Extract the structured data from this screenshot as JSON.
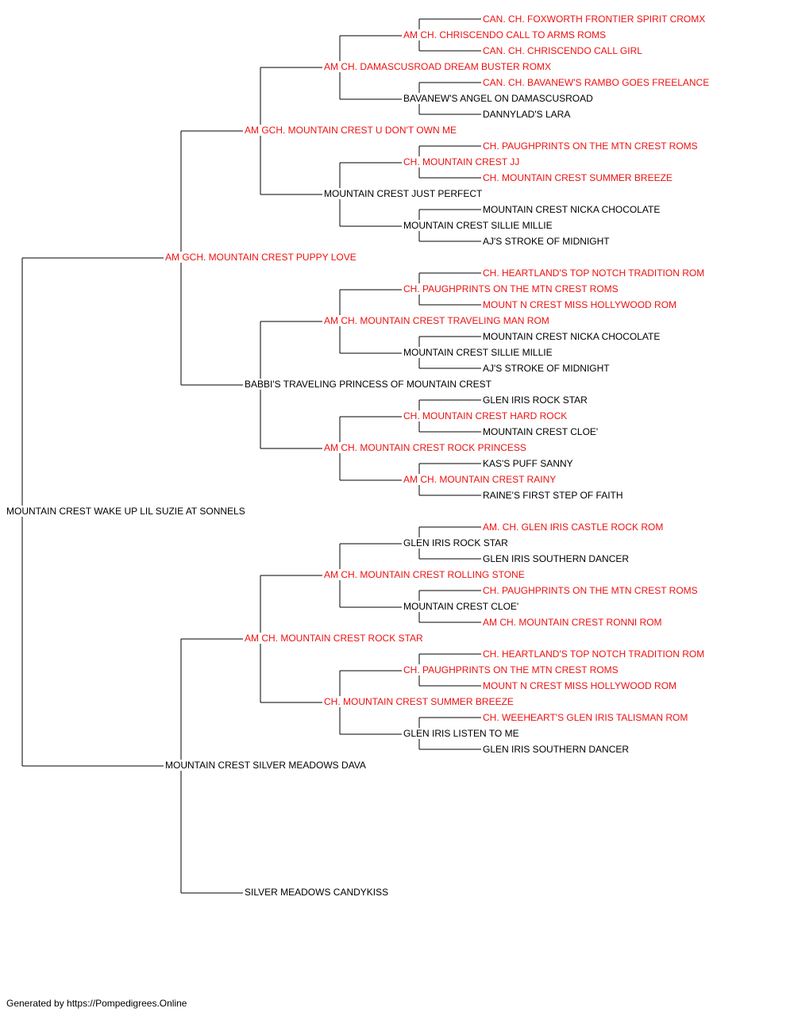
{
  "colors": {
    "champion": "#ee1111",
    "plain": "#000000",
    "connector": "#000000"
  },
  "footer": "Generated by https://Pompedigrees.Online",
  "pedigree": {
    "name": "MOUNTAIN CREST WAKE UP LIL SUZIE AT SONNELS",
    "champion": false,
    "sire": {
      "name": "AM GCH. MOUNTAIN CREST PUPPY LOVE",
      "champion": true,
      "sire": {
        "name": "AM GCH. MOUNTAIN CREST U DON'T OWN ME",
        "champion": true,
        "sire": {
          "name": "AM CH. DAMASCUSROAD DREAM BUSTER ROMX",
          "champion": true,
          "sire": {
            "name": "AM CH. CHRISCENDO CALL TO ARMS ROMS",
            "champion": true,
            "sire": {
              "name": "CAN. CH. FOXWORTH FRONTIER SPIRIT CROMX",
              "champion": true
            },
            "dam": {
              "name": "CAN. CH. CHRISCENDO CALL GIRL",
              "champion": true
            }
          },
          "dam": {
            "name": "BAVANEW'S ANGEL ON DAMASCUSROAD",
            "champion": false,
            "sire": {
              "name": "CAN. CH. BAVANEW'S RAMBO GOES FREELANCE",
              "champion": true
            },
            "dam": {
              "name": "DANNYLAD'S LARA",
              "champion": false
            }
          }
        },
        "dam": {
          "name": "MOUNTAIN CREST JUST PERFECT",
          "champion": false,
          "sire": {
            "name": "CH. MOUNTAIN CREST JJ",
            "champion": true,
            "sire": {
              "name": "CH. PAUGHPRINTS ON THE MTN CREST ROMS",
              "champion": true
            },
            "dam": {
              "name": "CH. MOUNTAIN CREST SUMMER BREEZE",
              "champion": true
            }
          },
          "dam": {
            "name": "MOUNTAIN CREST SILLIE MILLIE",
            "champion": false,
            "sire": {
              "name": "MOUNTAIN CREST NICKA CHOCOLATE",
              "champion": false
            },
            "dam": {
              "name": "AJ'S STROKE OF MIDNIGHT",
              "champion": false
            }
          }
        }
      },
      "dam": {
        "name": "BABBI'S TRAVELING PRINCESS OF MOUNTAIN CREST",
        "champion": false,
        "sire": {
          "name": "AM CH. MOUNTAIN CREST TRAVELING MAN ROM",
          "champion": true,
          "sire": {
            "name": "CH. PAUGHPRINTS ON THE MTN CREST ROMS",
            "champion": true,
            "sire": {
              "name": "CH. HEARTLAND'S TOP NOTCH TRADITION ROM",
              "champion": true
            },
            "dam": {
              "name": "MOUNT N CREST MISS HOLLYWOOD ROM",
              "champion": true
            }
          },
          "dam": {
            "name": "MOUNTAIN CREST SILLIE MILLIE",
            "champion": false,
            "sire": {
              "name": "MOUNTAIN CREST NICKA CHOCOLATE",
              "champion": false
            },
            "dam": {
              "name": "AJ'S STROKE OF MIDNIGHT",
              "champion": false
            }
          }
        },
        "dam": {
          "name": "AM CH. MOUNTAIN CREST ROCK PRINCESS",
          "champion": true,
          "sire": {
            "name": "CH. MOUNTAIN CREST HARD ROCK",
            "champion": true,
            "sire": {
              "name": "GLEN IRIS ROCK STAR",
              "champion": false
            },
            "dam": {
              "name": "MOUNTAIN CREST CLOE'",
              "champion": false
            }
          },
          "dam": {
            "name": "AM CH. MOUNTAIN CREST RAINY",
            "champion": true,
            "sire": {
              "name": "KAS'S PUFF SANNY",
              "champion": false
            },
            "dam": {
              "name": "RAINE'S FIRST STEP OF FAITH",
              "champion": false
            }
          }
        }
      }
    },
    "dam": {
      "name": "MOUNTAIN CREST SILVER MEADOWS DAVA",
      "champion": false,
      "sire": {
        "name": "AM CH. MOUNTAIN CREST ROCK STAR",
        "champion": true,
        "sire": {
          "name": "AM CH. MOUNTAIN CREST ROLLING STONE",
          "champion": true,
          "sire": {
            "name": "GLEN IRIS ROCK STAR",
            "champion": false,
            "sire": {
              "name": "AM. CH. GLEN IRIS CASTLE ROCK ROM",
              "champion": true
            },
            "dam": {
              "name": "GLEN IRIS SOUTHERN DANCER",
              "champion": false
            }
          },
          "dam": {
            "name": "MOUNTAIN CREST CLOE'",
            "champion": false,
            "sire": {
              "name": "CH. PAUGHPRINTS ON THE MTN CREST ROMS",
              "champion": true
            },
            "dam": {
              "name": "AM CH. MOUNTAIN CREST RONNI ROM",
              "champion": true
            }
          }
        },
        "dam": {
          "name": "CH. MOUNTAIN CREST SUMMER BREEZE",
          "champion": true,
          "sire": {
            "name": "CH. PAUGHPRINTS ON THE MTN CREST ROMS",
            "champion": true,
            "sire": {
              "name": "CH. HEARTLAND'S TOP NOTCH TRADITION ROM",
              "champion": true
            },
            "dam": {
              "name": "MOUNT N CREST MISS HOLLYWOOD ROM",
              "champion": true
            }
          },
          "dam": {
            "name": "GLEN IRIS LISTEN TO ME",
            "champion": false,
            "sire": {
              "name": "CH. WEEHEART'S GLEN IRIS TALISMAN ROM",
              "champion": true
            },
            "dam": {
              "name": "GLEN IRIS SOUTHERN DANCER",
              "champion": false
            }
          }
        }
      },
      "dam": {
        "name": "SILVER MEADOWS CANDYKISS",
        "champion": false
      }
    }
  }
}
